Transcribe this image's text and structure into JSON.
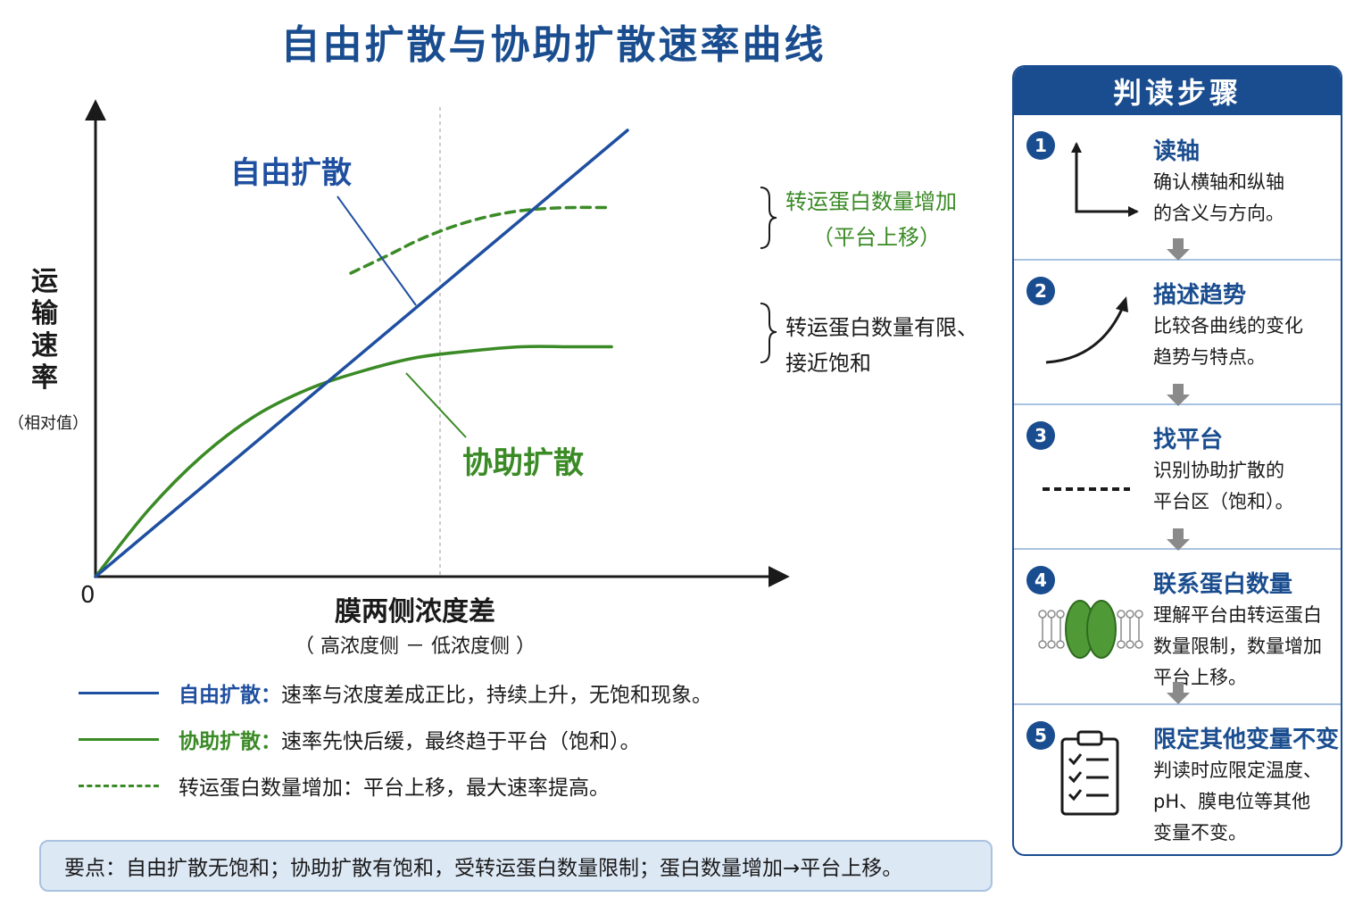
{
  "title": "自由扩散与协助扩散速率曲线",
  "y_axis": {
    "label": "运输速率",
    "sublabel": "（相对值）"
  },
  "x_axis": {
    "label": "膜两侧浓度差",
    "sublabel": "（ 高浓度侧 － 低浓度侧 ）",
    "origin": "0"
  },
  "chart_labels": {
    "free": "自由扩散",
    "facilitated": "协助扩散",
    "upper_annotation_line1": "转运蛋白数量增加",
    "upper_annotation_line2": "（平台上移）",
    "lower_annotation_line1": "转运蛋白数量有限、",
    "lower_annotation_line2": "接近饱和"
  },
  "colors": {
    "title": "#1a4d8f",
    "free": "#1f4fa0",
    "facilitated": "#3a8a25",
    "panel": "#1a4d8f"
  },
  "legend": [
    {
      "name": "自由扩散：",
      "text": "速率与浓度差成正比，持续上升，无饱和现象。",
      "style": "solid-blue"
    },
    {
      "name": "协助扩散：",
      "text": "速率先快后缓，最终趋于平台（饱和）。",
      "style": "solid-green"
    },
    {
      "name": "",
      "text": "转运蛋白数量增加：平台上移，最大速率提高。",
      "style": "dashed-green"
    }
  ],
  "keypoint": "要点：自由扩散无饱和；协助扩散有饱和，受转运蛋白数量限制；蛋白数量增加→平台上移。",
  "panel": {
    "title": "判读步骤",
    "steps": [
      {
        "num": "1",
        "title": "读轴",
        "desc": "确认横轴和纵轴\n的含义与方向。",
        "icon": "axes-icon"
      },
      {
        "num": "2",
        "title": "描述趋势",
        "desc": "比较各曲线的变化\n趋势与特点。",
        "icon": "trend-arrow-icon"
      },
      {
        "num": "3",
        "title": "找平台",
        "desc": "识别协助扩散的\n平台区（饱和）。",
        "icon": "dashed-line-icon"
      },
      {
        "num": "4",
        "title": "联系蛋白数量",
        "desc": "理解平台由转运蛋白\n数量限制，数量增加\n平台上移。",
        "icon": "membrane-protein-icon"
      },
      {
        "num": "5",
        "title": "限定其他变量不变",
        "desc": "判读时应限定温度、\npH、膜电位等其他\n变量不变。",
        "icon": "checklist-icon"
      }
    ]
  },
  "chart_data": {
    "type": "line",
    "title": "自由扩散与协助扩散速率曲线",
    "xlabel": "膜两侧浓度差",
    "ylabel": "运输速率",
    "x_tick_labels": [
      "0"
    ],
    "grid": false,
    "xlim": [
      0,
      10
    ],
    "ylim": [
      0,
      10
    ],
    "series": [
      {
        "name": "自由扩散",
        "style": "solid",
        "color": "#1f4fa0",
        "x": [
          0,
          10
        ],
        "y": [
          0,
          10
        ]
      },
      {
        "name": "协助扩散",
        "style": "solid",
        "color": "#3a8a25",
        "x": [
          0,
          1,
          2,
          3,
          4,
          5,
          6,
          7,
          8,
          9,
          9.7
        ],
        "y": [
          0,
          1.5,
          2.7,
          3.6,
          4.2,
          4.6,
          4.9,
          5.05,
          5.15,
          5.15,
          5.15
        ]
      },
      {
        "name": "转运蛋白数量增加",
        "style": "dashed",
        "color": "#3a8a25",
        "x": [
          4.8,
          5.5,
          6,
          6.5,
          7,
          7.5,
          8,
          8.5,
          9,
          9.7
        ],
        "y": [
          6.8,
          7.2,
          7.5,
          7.75,
          7.95,
          8.1,
          8.2,
          8.25,
          8.27,
          8.27
        ]
      }
    ]
  }
}
